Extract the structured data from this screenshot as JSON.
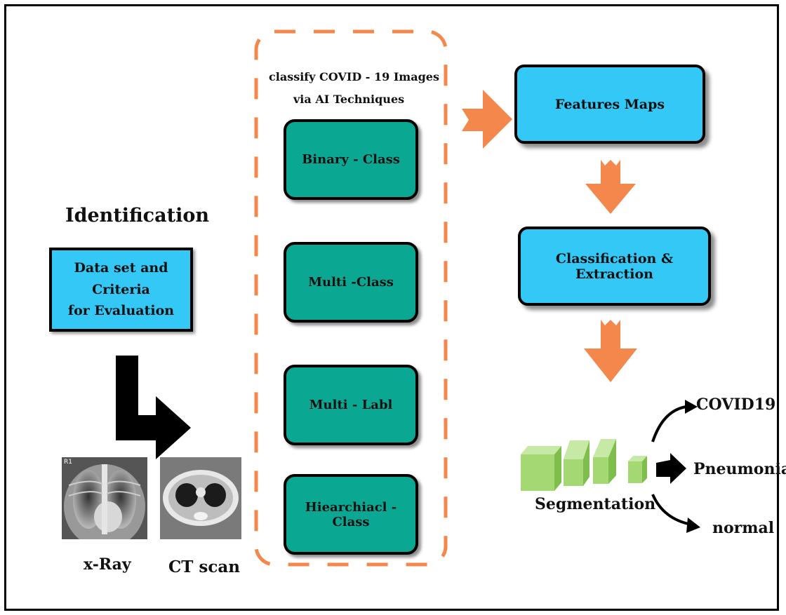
{
  "colors": {
    "teal": "#0aa893",
    "blue": "#33c8f6",
    "orange": "#f4874b",
    "green": "#a3d873"
  },
  "header": {
    "title": "Identification"
  },
  "dataset_box": {
    "line1": "Data set and Criteria",
    "line2": "for Evaluation"
  },
  "images": {
    "xray_label": "x-Ray",
    "xray_marker": "R1",
    "ct_label": "CT scan"
  },
  "classify": {
    "title_line1": "classify COVID - 19 Images",
    "title_line2": "via  AI Techniques",
    "items": [
      {
        "label": "Binary - Class"
      },
      {
        "label": "Multi -Class"
      },
      {
        "label": "Multi - Labl"
      },
      {
        "label": "Hiearchiacl - Class"
      }
    ]
  },
  "pipeline": {
    "features": "Features Maps",
    "classification": "Classification & Extraction",
    "segmentation": "Segmentation"
  },
  "outputs": [
    {
      "label": "COVID19"
    },
    {
      "label": "Pneumonia"
    },
    {
      "label": "normal"
    }
  ]
}
